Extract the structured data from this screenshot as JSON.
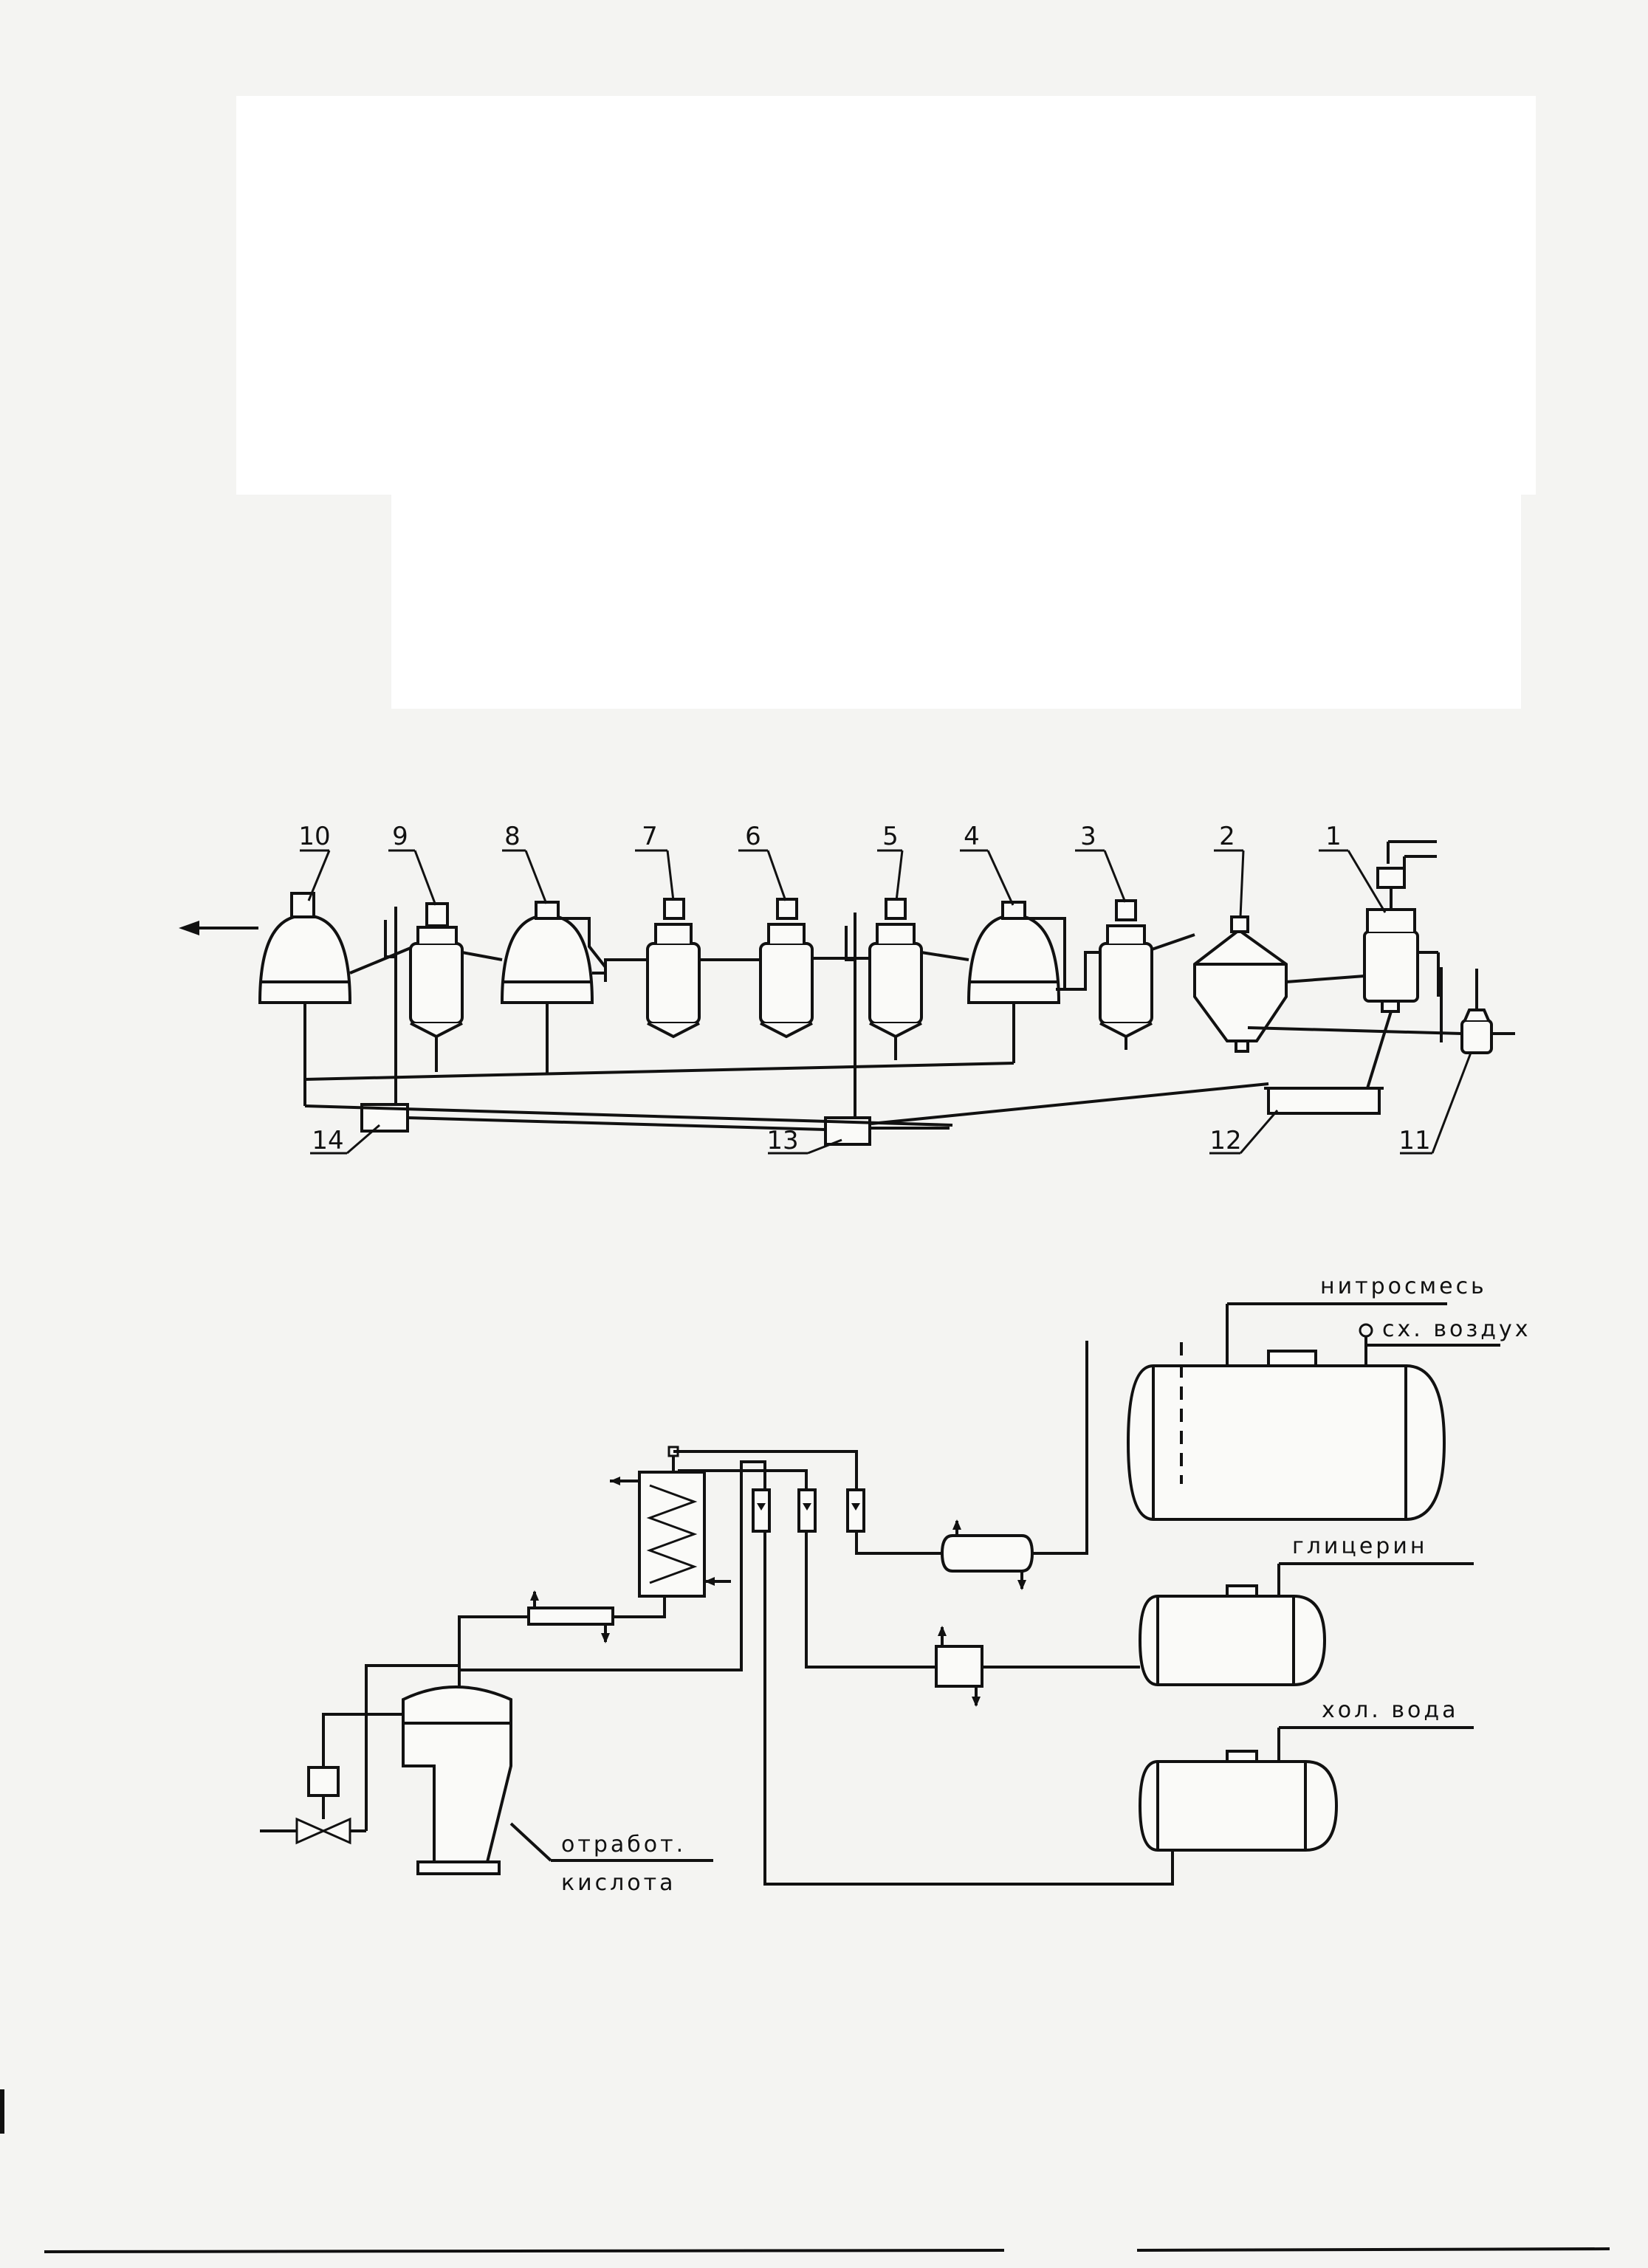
{
  "scheme_top": {
    "labels": [
      "1",
      "2",
      "3",
      "4",
      "5",
      "6",
      "7",
      "8",
      "9",
      "10",
      "11",
      "12",
      "13",
      "14"
    ]
  },
  "scheme_bottom": {
    "labels": {
      "nitromix": "нитросмесь",
      "dry_air": "сх. воздух",
      "glycerin": "глицерин",
      "cold_water": "хол. вода",
      "spent_acid_line1": "отработ.",
      "spent_acid_line2": "кислота"
    }
  },
  "colors": {
    "ink": "#111111",
    "paper": "#f4f4f2"
  }
}
